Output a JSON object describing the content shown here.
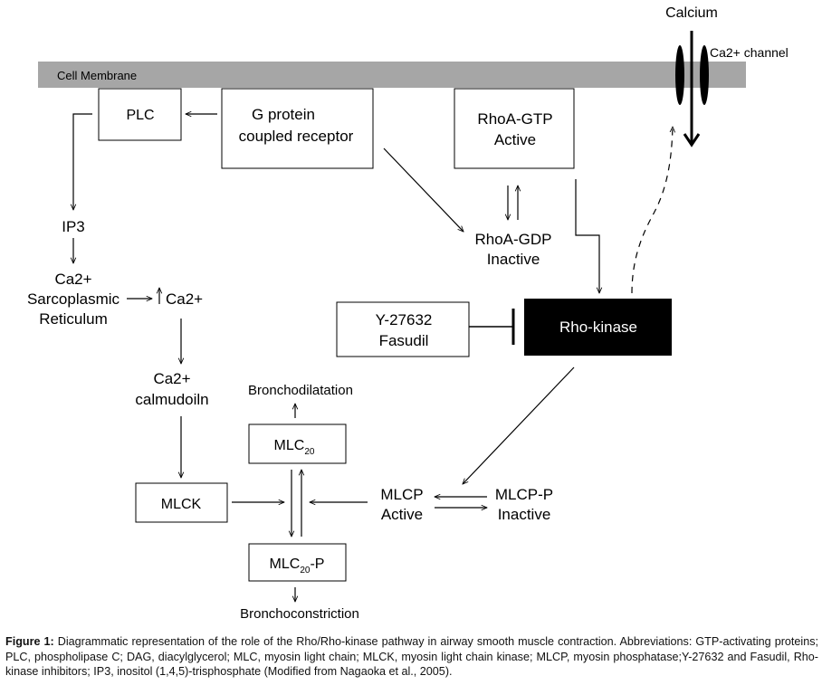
{
  "membrane": {
    "label": "Cell Membrane"
  },
  "calcium": {
    "label": "Calcium",
    "channel_label": "Ca2+ channel"
  },
  "nodes": {
    "plc": "PLC",
    "gpcr": [
      "G protein",
      "coupled receptor"
    ],
    "rhoa_gtp": [
      "RhoA-GTP",
      "Active"
    ],
    "rhoa_gdp": [
      "RhoA-GDP",
      "Inactive"
    ],
    "ip3": "IP3",
    "sr": [
      "Ca2+",
      "Sarcoplasmic",
      "Reticulum"
    ],
    "ca_up": "Ca2+",
    "ca_calmodulin": [
      "Ca2+",
      "calmudoiln"
    ],
    "mlck": "MLCK",
    "inhibitors": [
      "Y-27632",
      "Fasudil"
    ],
    "rho_kinase": "Rho-kinase",
    "bronchodilatation": "Bronchodilatation",
    "mlc20": {
      "base": "MLC",
      "sub": "20"
    },
    "mlc20p": {
      "base": "MLC",
      "sub": "20",
      "suffix": "-P"
    },
    "bronchoconstriction": "Bronchoconstriction",
    "mlcp": [
      "MLCP",
      "Active"
    ],
    "mlcp_p": [
      "MLCP-P",
      "Inactive"
    ]
  },
  "caption": {
    "label": "Figure 1:",
    "text": " Diagrammatic representation of the role of the Rho/Rho-kinase pathway in airway smooth muscle contraction. Abbreviations: GTP-activating proteins; PLC, phospholipase C; DAG, diacylglycerol; MLC, myosin light chain; MLCK, myosin light chain kinase; MLCP, myosin phosphatase;Y-27632 and Fasudil, Rho-kinase inhibitors; IP3, inositol (1,4,5)-trisphosphate (Modified from Nagaoka et al., 2005)."
  },
  "colors": {
    "membrane": "#a6a6a6",
    "rho_kinase_fill": "#000000",
    "rho_kinase_text": "#ffffff",
    "line": "#000000"
  }
}
